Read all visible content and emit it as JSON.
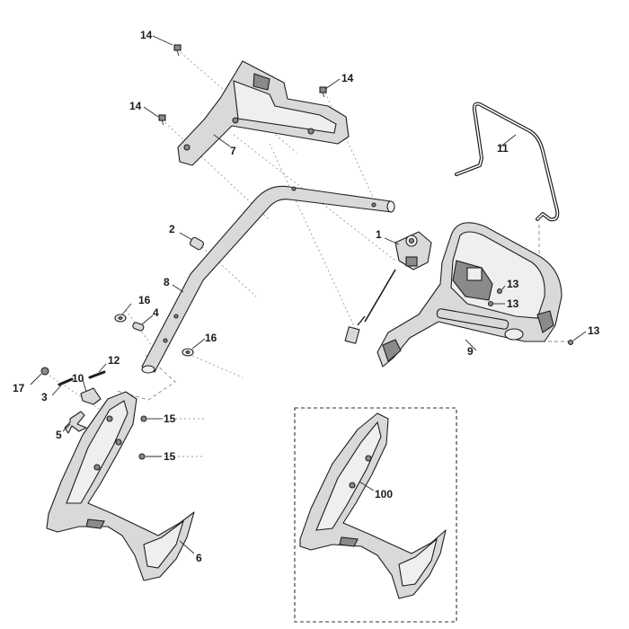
{
  "callouts": {
    "c1": "1",
    "c2": "2",
    "c3": "3",
    "c4": "4",
    "c5": "5",
    "c6": "6",
    "c7": "7",
    "c8": "8",
    "c9": "9",
    "c10": "10",
    "c11": "11",
    "c12": "12",
    "c13a": "13",
    "c13b": "13",
    "c13c": "13",
    "c14a": "14",
    "c14b": "14",
    "c14c": "14",
    "c15a": "15",
    "c15b": "15",
    "c16a": "16",
    "c16b": "16",
    "c17": "17",
    "c100": "100"
  }
}
